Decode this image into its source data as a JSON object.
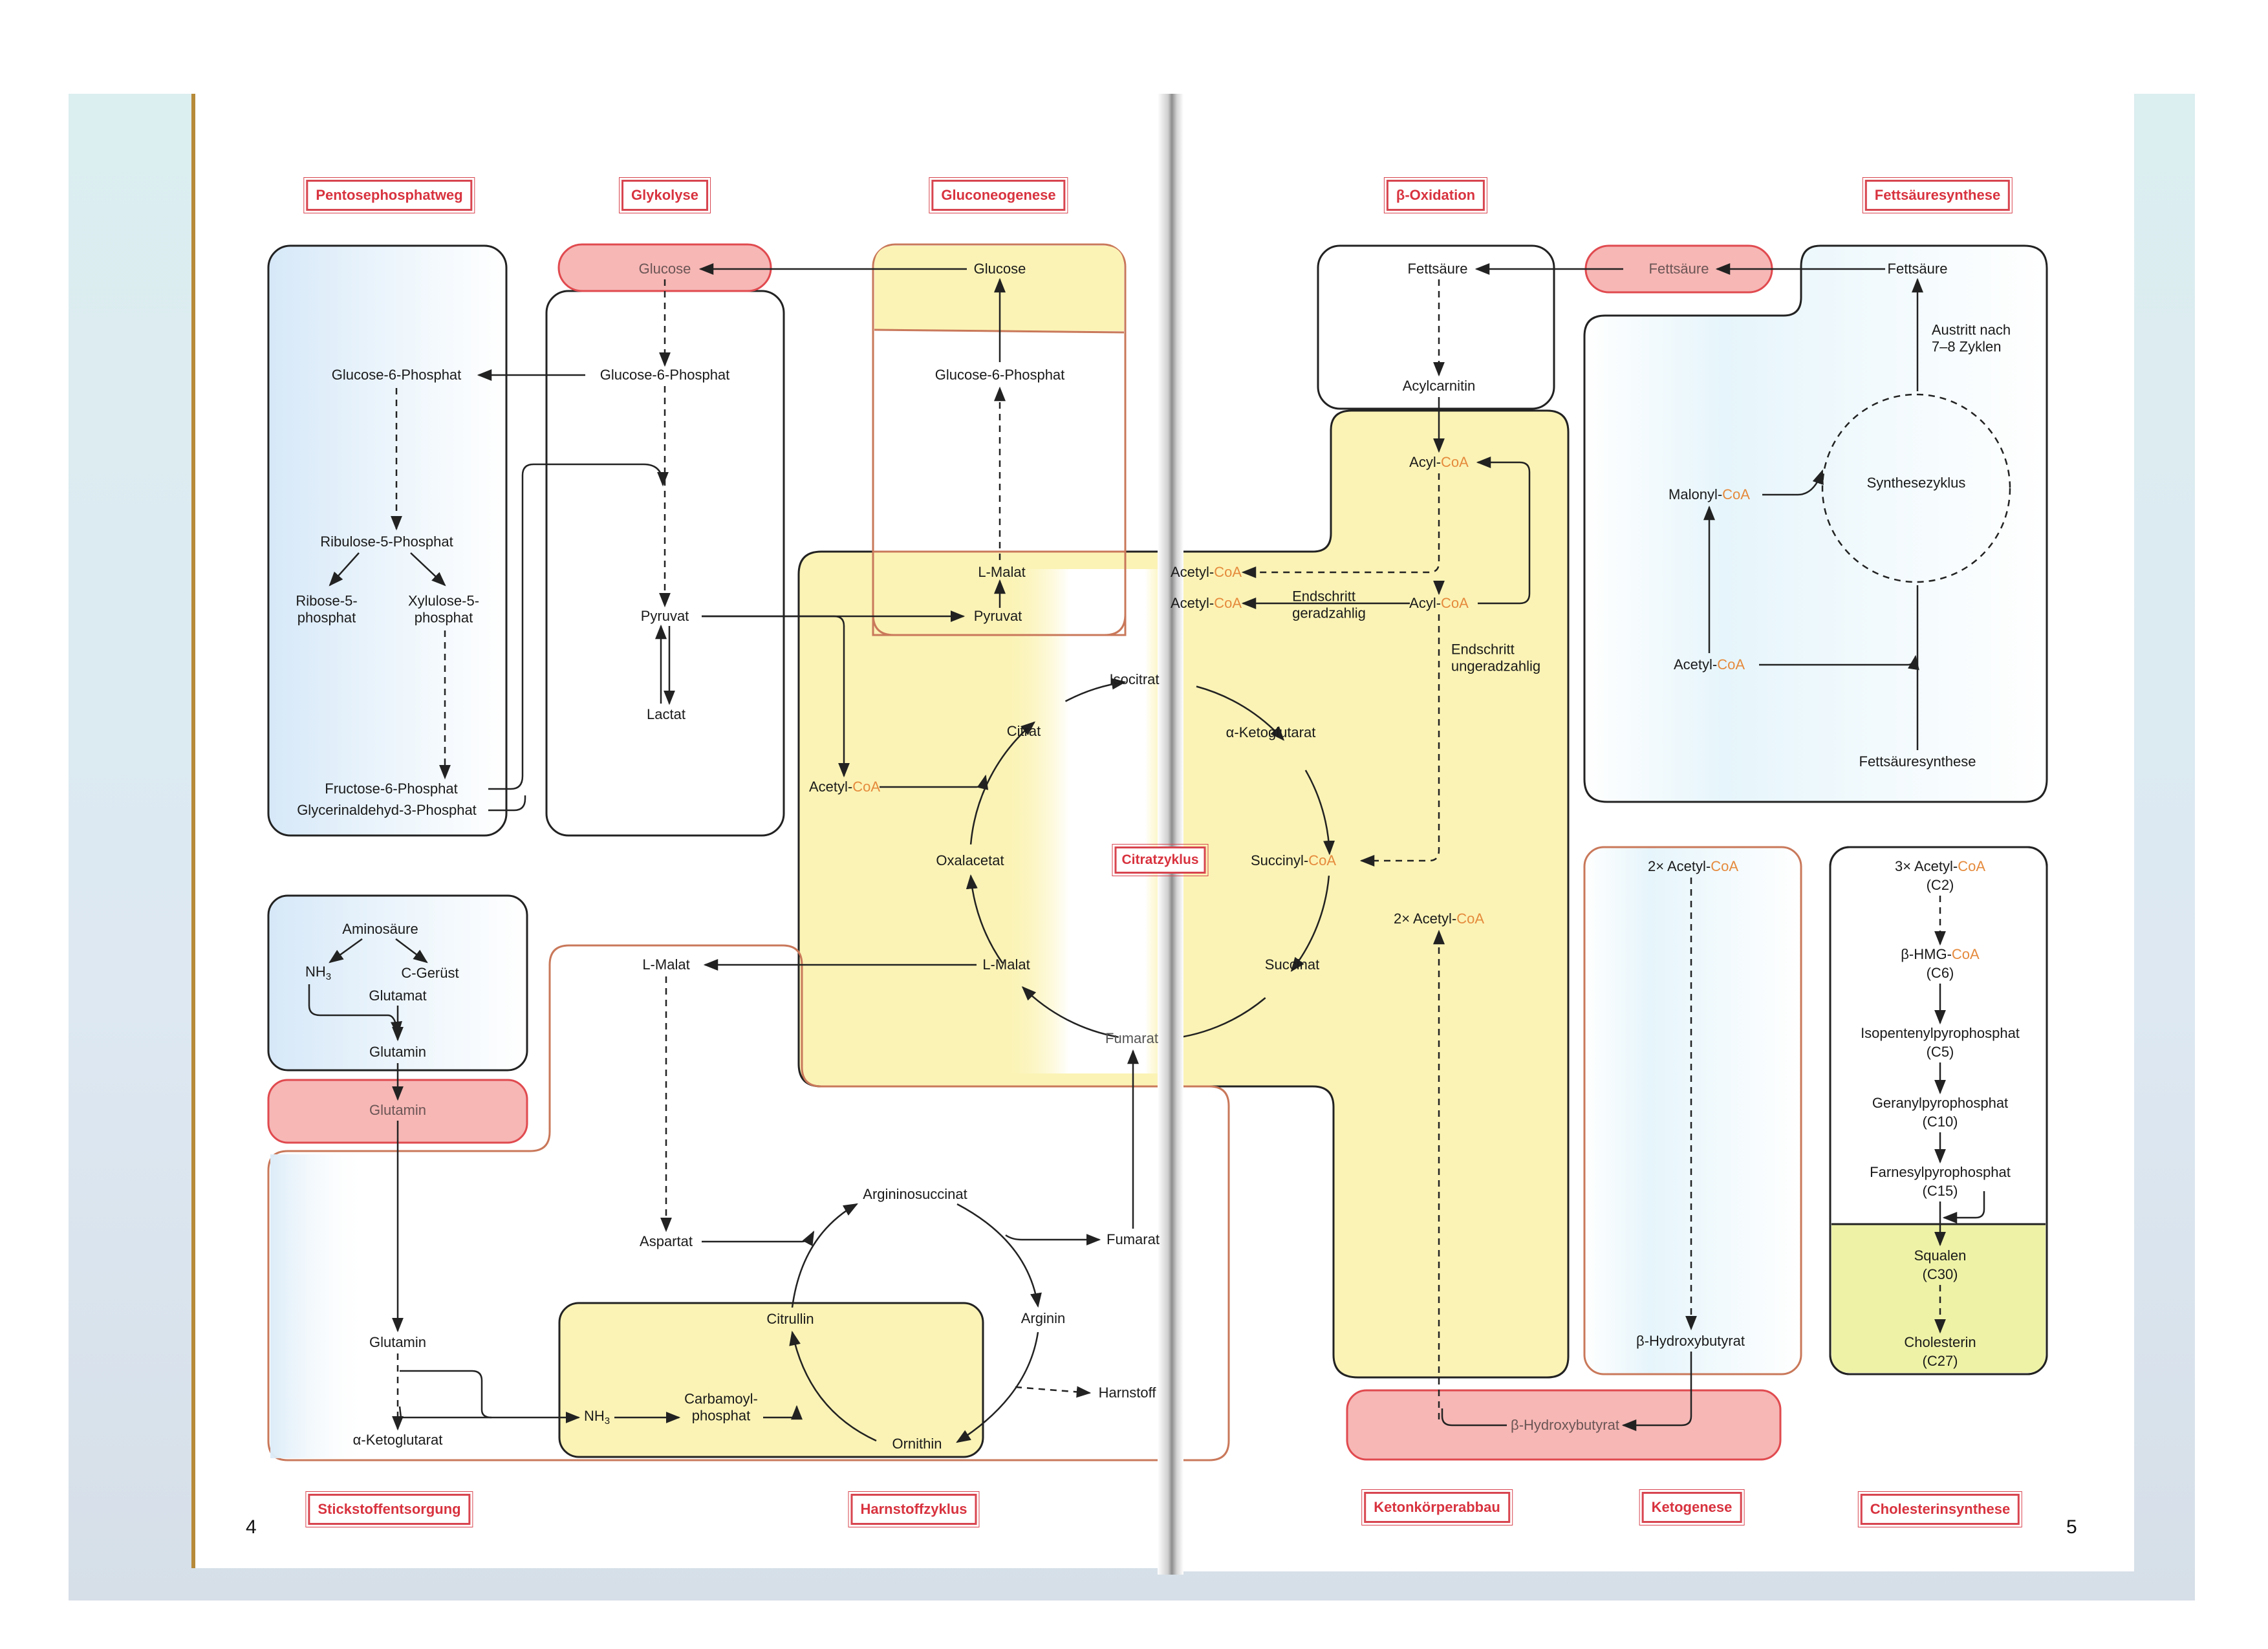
{
  "document": {
    "left_page_number": "4",
    "right_page_number": "5"
  },
  "section_titles": {
    "pentosephosphatweg": "Pentosephosphatweg",
    "glykolyse": "Glykolyse",
    "gluconeogenese": "Gluconeogenese",
    "beta_oxidation": "β-Oxidation",
    "fettsaeuresynthese": "Fettsäuresynthese",
    "citratzyklus": "Citratzyklus",
    "stickstoffentsorgung": "Stickstoffentsorgung",
    "harnstoffzyklus": "Harnstoffzyklus",
    "ketonkoerperabbau": "Ketonkörperabbau",
    "ketogenese": "Ketogenese",
    "cholesterinsynthese": "Cholesterinsynthese"
  },
  "colors": {
    "title_red": "#d8333f",
    "coa_orange": "#e58a3c",
    "cytosol_blue": "#dcecf8",
    "mito_yellow": "#fbf3b5",
    "transport_red": "#f6b7b5",
    "squalene_green": "#eef2a6"
  },
  "nodes": {
    "ppw_g6p": "Glucose-6-Phosphat",
    "ppw_ru5p": "Ribulose-5-Phosphat",
    "ppw_r5p": "Ribose-5-\nphosphat",
    "ppw_x5p": "Xylulose-5-\nphosphat",
    "ppw_f6p": "Fructose-6-Phosphat",
    "ppw_gap": "Glycerinaldehyd-3-Phosphat",
    "gly_glucose_blood": "Glucose",
    "gly_g6p": "Glucose-6-Phosphat",
    "gly_pyruvat": "Pyruvat",
    "gly_lactat": "Lactat",
    "gng_glucose": "Glucose",
    "gng_g6p": "Glucose-6-Phosphat",
    "gng_malat": "L-Malat",
    "gng_pyruvat": "Pyruvat",
    "tca_acetylcoa_prefix": "Acetyl-",
    "coa": "CoA",
    "tca_citrat": "Citrat",
    "tca_isocitrat": "Isocitrat",
    "tca_akg": "α-Ketoglutarat",
    "tca_succinylcoa_prefix": "Succinyl-",
    "tca_succinat": "Succinat",
    "tca_fumarat": "Fumarat",
    "tca_malat": "L-Malat",
    "tca_oxalacetat": "Oxalacetat",
    "box_acetylcoa1_prefix": "Acetyl-",
    "box_acetylcoa2_prefix": "Acetyl-",
    "bo_fettsaeure": "Fettsäure",
    "bo_acylcarnitin": "Acylcarnitin",
    "bo_acylcoa_top_prefix": "Acyl-",
    "bo_acylcoa_mid_prefix": "Acyl-",
    "bo_endschritt_gerade": "Endschritt\ngeradzahlig",
    "bo_endschritt_ungerade": "Endschritt\nungeradzahlig",
    "bo_2x_acetylcoa_prefix": "2× Acetyl-",
    "blood_fettsaeure": "Fettsäure",
    "fas_fettsaeure": "Fettsäure",
    "fas_austritt": "Austritt nach\n7–8 Zyklen",
    "fas_synthesezyklus": "Synthesezyklus",
    "fas_malonylcoa_prefix": "Malonyl-",
    "fas_acetylcoa_prefix": "Acetyl-",
    "fas_footer": "Fettsäuresynthese",
    "nd_aminosaeure": "Aminosäure",
    "nd_nh3": "NH3",
    "nd_cgeruest": "C-Gerüst",
    "nd_glutamat": "Glutamat",
    "nd_glutamin": "Glutamin",
    "blood_glutamin": "Glutamin",
    "liver_glutamin": "Glutamin",
    "liver_akg": "α-Ketoglutarat",
    "uc_malat": "L-Malat",
    "uc_aspartat": "Aspartat",
    "uc_argininosuccinat": "Argininosuccinat",
    "uc_fumarat": "Fumarat",
    "uc_arginin": "Arginin",
    "uc_harnstoff": "Harnstoff",
    "uc_ornithin": "Ornithin",
    "uc_citrullin": "Citrullin",
    "uc_nh3": "NH3",
    "uc_carbamoylphosphat": "Carbamoyl-\nphosphat",
    "kg_2x_acetylcoa_prefix": "2× Acetyl-",
    "kg_bhb": "β-Hydroxybutyrat",
    "blood_bhb": "β-Hydroxybutyrat",
    "ch_acetylcoa_prefix": "3× Acetyl-",
    "ch_c2": "(C2)",
    "ch_hmgcoa_prefix": "β-HMG-",
    "ch_c6": "(C6)",
    "ch_ipp": "Isopentenylpyrophosphat",
    "ch_c5": "(C5)",
    "ch_gpp": "Geranylpyrophosphat",
    "ch_c10": "(C10)",
    "ch_fpp": "Farnesylpyrophosphat",
    "ch_c15": "(C15)",
    "ch_squalen": "Squalen",
    "ch_c30": "(C30)",
    "ch_cholesterin": "Cholesterin",
    "ch_c27": "(C27)"
  }
}
